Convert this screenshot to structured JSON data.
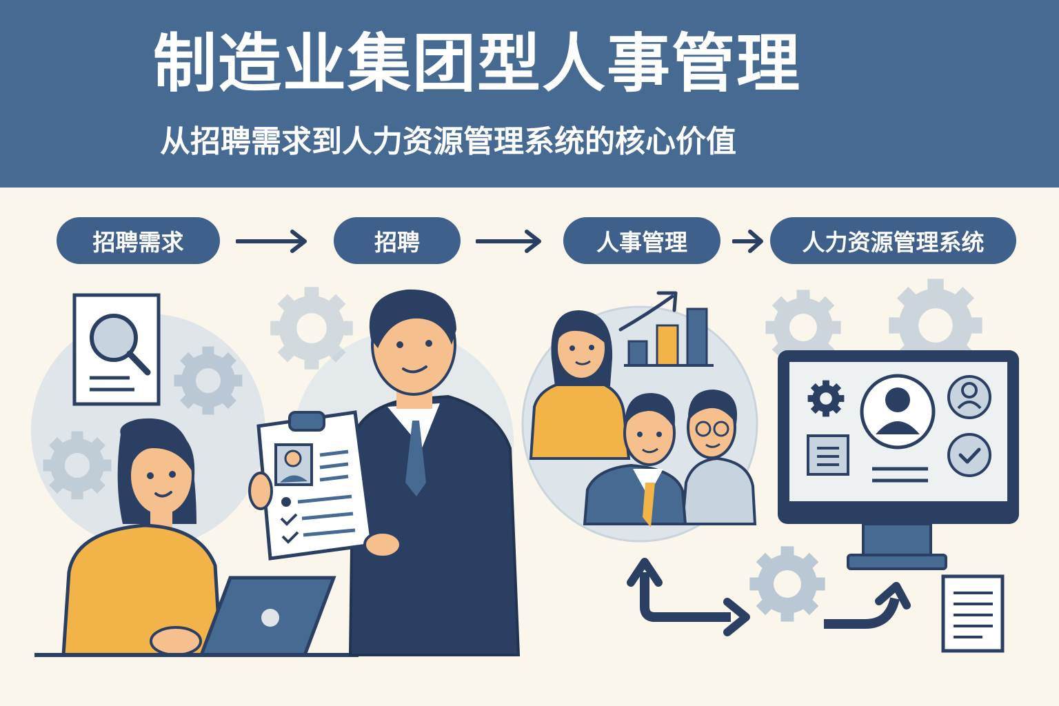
{
  "header": {
    "title": "制造业集团型人事管理",
    "subtitle": "从招聘需求到人力资源管理系统的核心价值"
  },
  "flow": {
    "steps": [
      {
        "label": "招聘需求"
      },
      {
        "label": "招聘"
      },
      {
        "label": "人事管理"
      },
      {
        "label": "人力资源管理系统"
      }
    ]
  },
  "colors": {
    "header_bg": "#476a92",
    "pill_bg": "#3f608a",
    "navy": "#2b3f63",
    "mustard": "#f2b448",
    "skin": "#f5c08e",
    "gear": "#b9c8d4",
    "background": "#faf6ec"
  },
  "icons": [
    "document-search-icon",
    "gear-icon",
    "clipboard-resume-icon",
    "laptop-icon",
    "growth-chart-icon",
    "team-icon",
    "monitor-dashboard-icon",
    "user-avatar-icon",
    "check-circle-icon",
    "document-list-icon",
    "arrow-right-icon",
    "cycle-arrow-icon"
  ]
}
